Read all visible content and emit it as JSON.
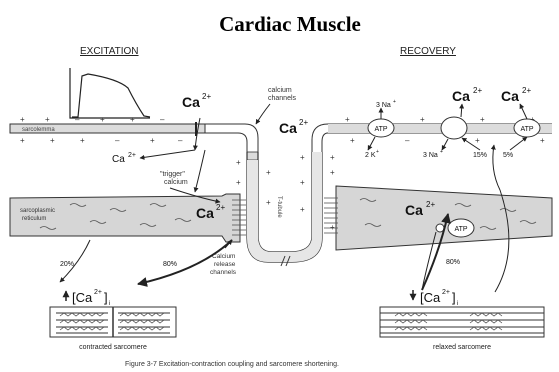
{
  "title": "Cardiac Muscle",
  "sections": {
    "left": "EXCITATION",
    "right": "RECOVERY"
  },
  "labels": {
    "sarcolemma": "sarcolemma",
    "ca_top": "Ca",
    "ca_top_sup": "2+",
    "calcium_channels_1": "calcium",
    "calcium_channels_2": "channels",
    "ca_ttubule": "Ca",
    "ca_ttubule_sup": "2+",
    "ca_left": "Ca",
    "ca_left_sup": "2+",
    "trigger_1": "\"trigger\"",
    "trigger_2": "calcium",
    "sr_1": "sarcoplasmic",
    "sr_2": "reticulum",
    "ca_sr_left": "Ca",
    "ca_sr_left_sup": "2+",
    "t_tubule": "T-tubule",
    "release_1": "Calcium",
    "release_2": "release",
    "release_3": "channels",
    "pct_20": "20%",
    "pct_80_left": "80%",
    "ca_sr_right": "Ca",
    "ca_sr_right_sup": "2+",
    "pct_80_right": "80%",
    "na_3_top": "3 Na",
    "na_3_top_sup": "+",
    "k_2": "2 K",
    "k_2_sup": "+",
    "na_3_bottom": "3 Na",
    "na_3_bottom_sup": "+",
    "pct_15": "15%",
    "pct_5": "5%",
    "atp": "ATP",
    "ca_rec_1": "Ca",
    "ca_rec_1_sup": "2+",
    "ca_rec_2": "Ca",
    "ca_rec_2_sup": "2+",
    "conc_left": "[Ca",
    "conc_left_sup": "2+",
    "conc_left_end": "]",
    "conc_left_sub": "i",
    "conc_right": "[Ca",
    "conc_right_sup": "2+",
    "conc_right_end": "]",
    "conc_right_sub": "i",
    "contracted": "contracted sarcomere",
    "relaxed": "relaxed sarcomere"
  },
  "caption": "Figure 3-7   Excitation-contraction coupling and sarcomere shortening."
}
